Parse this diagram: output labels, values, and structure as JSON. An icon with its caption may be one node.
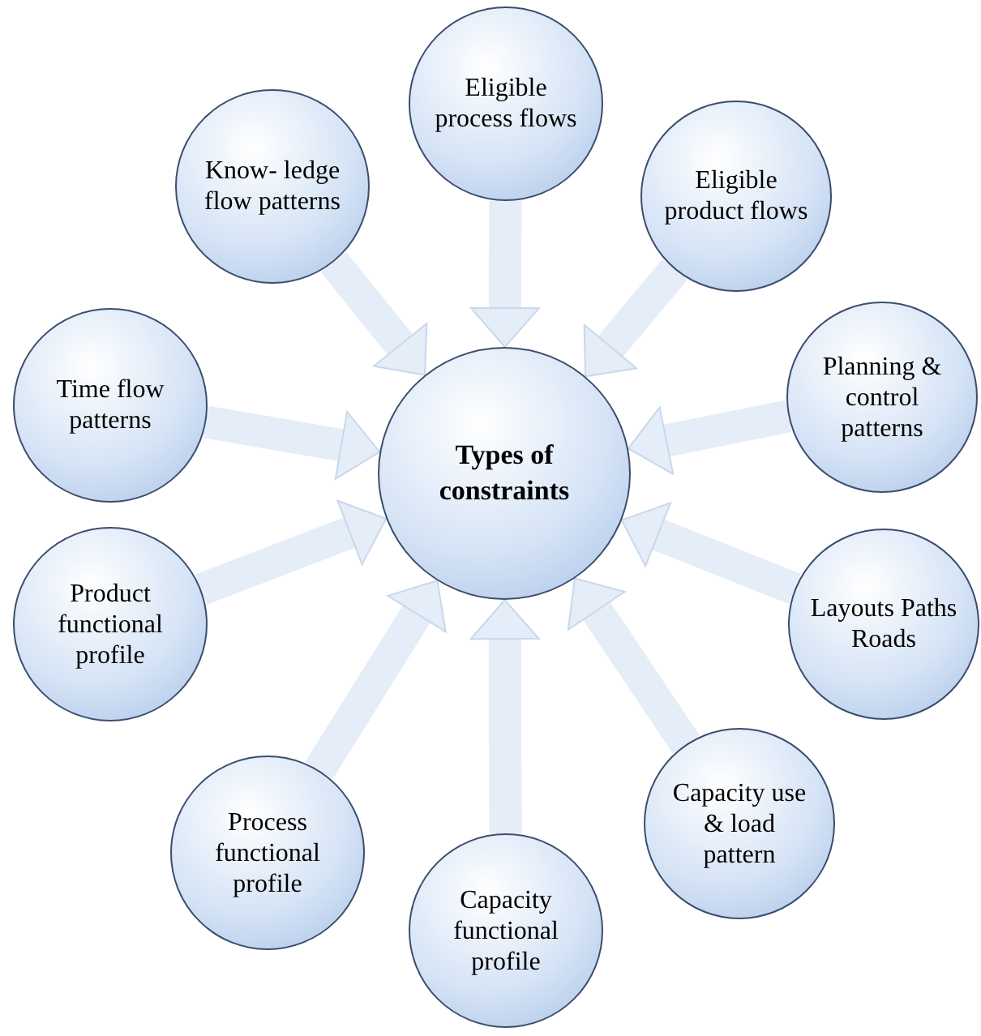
{
  "diagram": {
    "nodes": [
      {
        "text": [
          "Eligible process flows"
        ]
      },
      {
        "text": [
          "Eligible product flows"
        ]
      },
      {
        "text": [
          "Planning & control patterns"
        ]
      },
      {
        "text": [
          "Layouts Paths Roads"
        ]
      },
      {
        "text": [
          "Capacity use & load pattern"
        ]
      },
      {
        "text": [
          "Capacity functional profile"
        ]
      },
      {
        "text": [
          "Process functional profile"
        ]
      },
      {
        "text": [
          "Product functional profile"
        ]
      },
      {
        "text": [
          "Time flow patterns"
        ]
      },
      {
        "text": [
          "Know- ledge flow patterns"
        ]
      },
      {
        "text": [
          "Types of constraints"
        ]
      }
    ],
    "edges": [
      {
        "from": 0,
        "to": 10,
        "arrow": "to"
      },
      {
        "from": 1,
        "to": 10,
        "arrow": "to"
      },
      {
        "from": 2,
        "to": 10,
        "arrow": "to"
      },
      {
        "from": 3,
        "to": 10,
        "arrow": "to"
      },
      {
        "from": 4,
        "to": 10,
        "arrow": "to"
      },
      {
        "from": 5,
        "to": 10,
        "arrow": "to"
      },
      {
        "from": 6,
        "to": 10,
        "arrow": "to"
      },
      {
        "from": 7,
        "to": 10,
        "arrow": "to"
      },
      {
        "from": 8,
        "to": 10,
        "arrow": "to"
      },
      {
        "from": 9,
        "to": 10,
        "arrow": "to"
      }
    ]
  }
}
